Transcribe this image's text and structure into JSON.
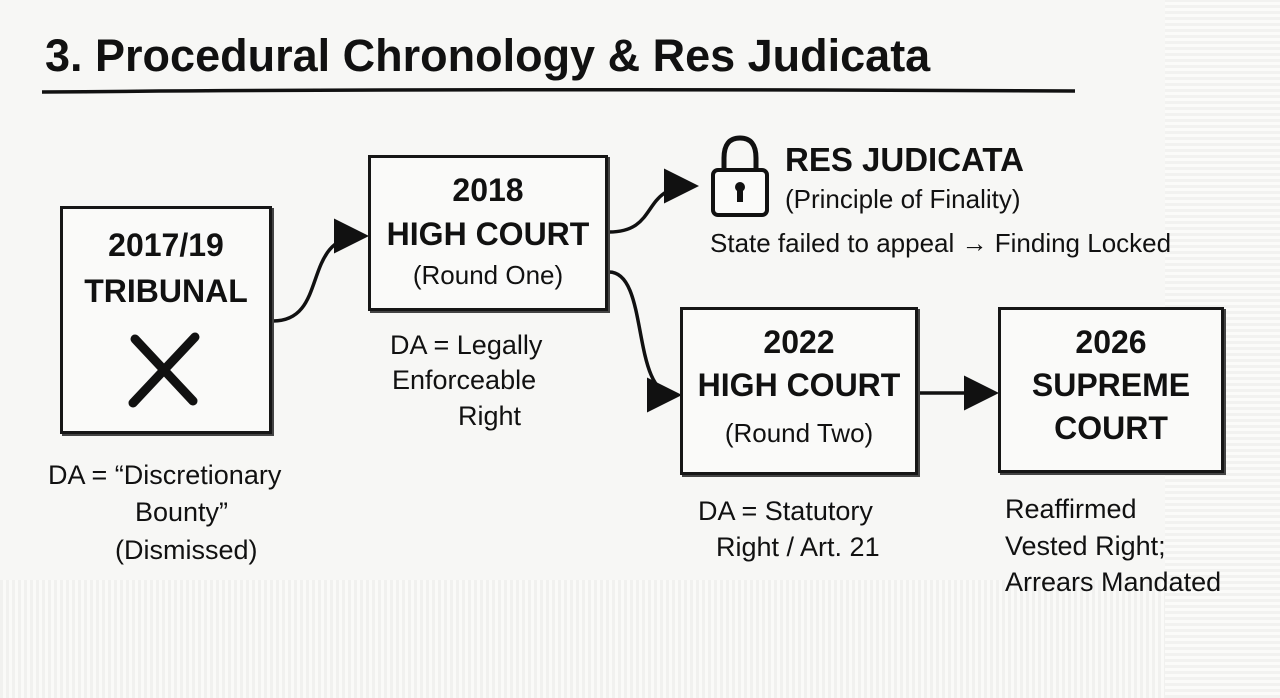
{
  "title": "3. Procedural Chronology & Res Judicata",
  "stages": [
    {
      "year": "2017/19",
      "court": "TRIBUNAL",
      "sub": "",
      "icon": "x-mark-icon",
      "caption": [
        "DA = “Discretionary",
        "Bounty”",
        "(Dismissed)"
      ]
    },
    {
      "year": "2018",
      "court": "HIGH COURT",
      "sub": "(Round One)",
      "caption": [
        "DA = Legally",
        "Enforceable",
        "Right"
      ]
    },
    {
      "year": "2022",
      "court": "HIGH COURT",
      "sub": "(Round Two)",
      "caption": [
        "DA = Statutory",
        "Right / Art. 21"
      ]
    },
    {
      "year": "2026",
      "court": "SUPREME",
      "sub": "COURT",
      "caption": [
        "Reaffirmed",
        "Vested Right;",
        "Arrears Mandated"
      ]
    }
  ],
  "res_judicata": {
    "icon": "padlock-icon",
    "heading": "RES JUDICATA",
    "sub": "(Principle of Finality)",
    "note": "State failed to appeal → Finding Locked"
  }
}
